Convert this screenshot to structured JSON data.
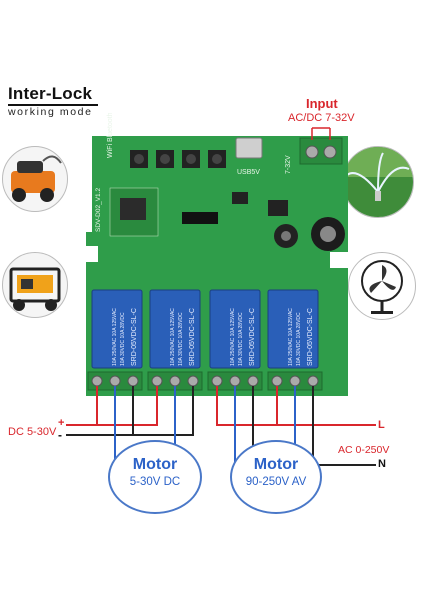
{
  "header": {
    "title": "Inter-Lock",
    "subtitle": "working mode"
  },
  "input": {
    "label": "Input",
    "range": "AC/DC 7-32V"
  },
  "board": {
    "chip_label": "SDV-D02_V1.2",
    "module_label": "WiFi Bluetooth",
    "usb_label": "USB5V",
    "supply_label": "7-32V",
    "relay_text": [
      "SRD-05VDC-SL-C",
      "10A 250VAC  10A 125VAC",
      "10A 30VDC  10A 28VDC"
    ]
  },
  "wiring": {
    "dc_label": "DC 5-30V",
    "plus": "+",
    "minus": "-",
    "l_label": "L",
    "ac_label": "AC 0-250V",
    "n_label": "N"
  },
  "motors": [
    {
      "title": "Motor",
      "spec": "5-30V DC"
    },
    {
      "title": "Motor",
      "spec": "90-250V AV"
    }
  ],
  "images": [
    "pressure-washer",
    "generator",
    "garden-sprinkler",
    "electric-fan"
  ],
  "colors": {
    "accent": "#d9262c",
    "blue": "#2c62c8",
    "pcb": "#2f9d4a",
    "relay": "#2a5fb8"
  }
}
